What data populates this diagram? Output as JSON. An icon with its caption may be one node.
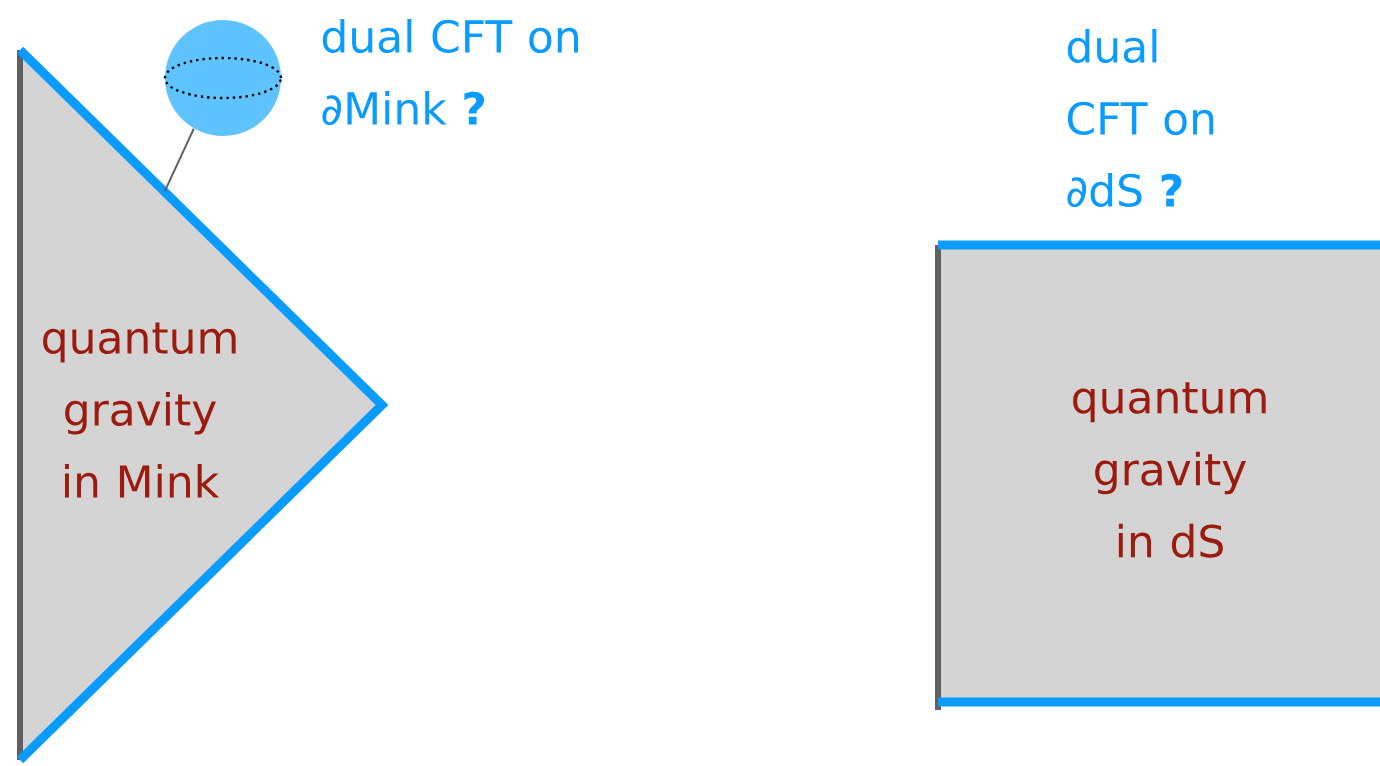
{
  "diagram": {
    "nodes": [
      {
        "text": [
          "quantum gravity in Mink"
        ]
      },
      {
        "text": [],
        "shape": "circle"
      },
      {
        "text": [
          "quantum gravity in dS"
        ]
      }
    ],
    "edges": [
      {
        "from": 1,
        "to": 0,
        "arrow": "none"
      }
    ],
    "labels": [
      "dual CFT on ∂Mink **?**",
      "dual CFT on ∂dS **?**"
    ]
  }
}
